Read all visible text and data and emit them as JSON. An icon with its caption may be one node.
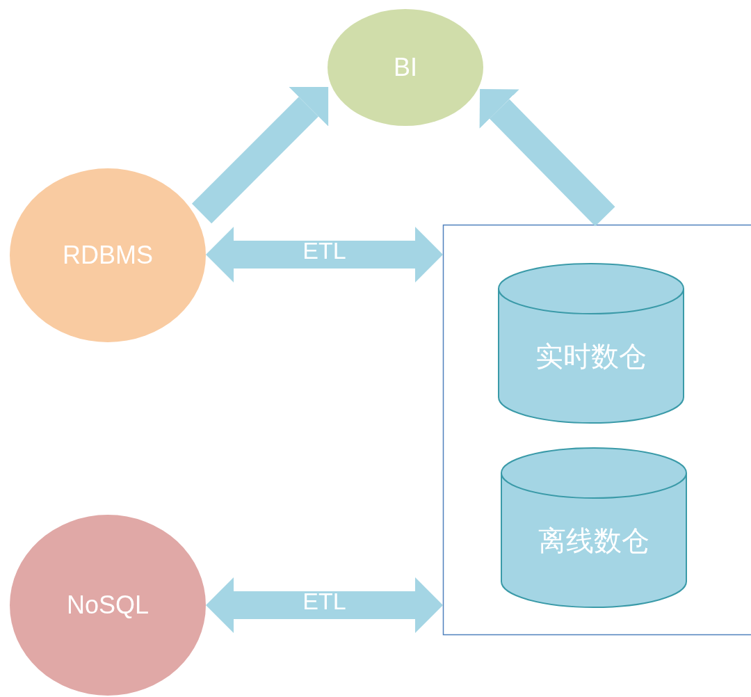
{
  "diagram": {
    "nodes": [
      {
        "text": [
          "BI"
        ]
      },
      {
        "text": [
          "RDBMS"
        ]
      },
      {
        "text": [],
        "shape": "box"
      },
      {
        "text": [
          "实时数仓"
        ],
        "in": 2
      },
      {
        "text": [
          "离线数仓"
        ],
        "in": 2
      },
      {
        "text": [
          "NoSQL"
        ]
      }
    ],
    "edges": [
      {
        "from": 1,
        "to": 0,
        "arrow": "to"
      },
      {
        "from": 2,
        "to": 0,
        "arrow": "to"
      },
      {
        "from": 1,
        "to": 2,
        "arrow": "both",
        "label": "ETL"
      },
      {
        "from": 5,
        "to": 2,
        "arrow": "both",
        "label": "ETL"
      }
    ]
  }
}
